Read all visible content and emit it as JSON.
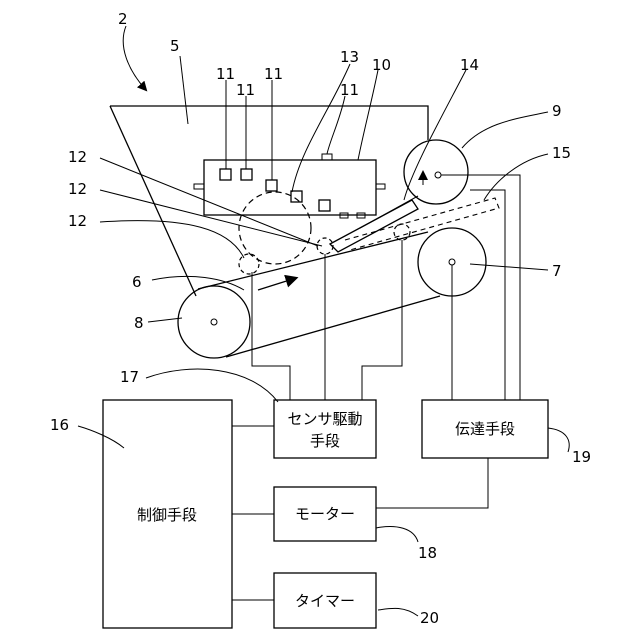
{
  "ref_numbers": {
    "n2": "2",
    "n5": "5",
    "n11a": "11",
    "n11b": "11",
    "n11c": "11",
    "n11d": "11",
    "n13": "13",
    "n10": "10",
    "n14": "14",
    "n9": "9",
    "n15": "15",
    "n12a": "12",
    "n12b": "12",
    "n12c": "12",
    "n6": "6",
    "n7": "7",
    "n8": "8",
    "n17": "17",
    "n16": "16",
    "n19": "19",
    "n18": "18",
    "n20": "20"
  },
  "blocks": {
    "sensor_drive_line1": "センサ駆動",
    "sensor_drive_line2": "手段",
    "transmission": "伝達手段",
    "control": "制御手段",
    "motor": "モーター",
    "timer": "タイマー"
  }
}
